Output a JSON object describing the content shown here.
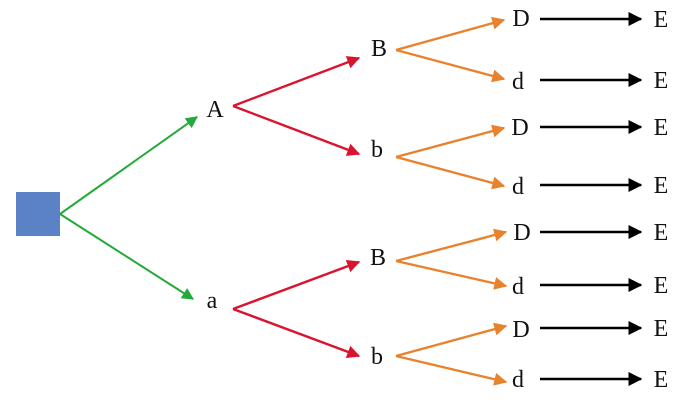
{
  "colors": {
    "root": "#5B82C4",
    "level1": "#22AA3A",
    "level2": "#D9142E",
    "level3": "#E8822C",
    "level4": "#000000"
  },
  "nodes": {
    "root": {
      "icon": "square-node"
    },
    "A": {
      "label": "A"
    },
    "a": {
      "label": "a"
    },
    "A_B": {
      "label": "B"
    },
    "A_b": {
      "label": "b"
    },
    "a_B": {
      "label": "B"
    },
    "a_b": {
      "label": "b"
    },
    "A_B_D": {
      "label": "D"
    },
    "A_B_d": {
      "label": "d"
    },
    "A_b_D": {
      "label": "D"
    },
    "A_b_d": {
      "label": "d"
    },
    "a_B_D": {
      "label": "D"
    },
    "a_B_d": {
      "label": "d"
    },
    "a_b_D": {
      "label": "D"
    },
    "a_b_d": {
      "label": "d"
    },
    "E1": {
      "label": "E"
    },
    "E2": {
      "label": "E"
    },
    "E3": {
      "label": "E"
    },
    "E4": {
      "label": "E"
    },
    "E5": {
      "label": "E"
    },
    "E6": {
      "label": "E"
    },
    "E7": {
      "label": "E"
    },
    "E8": {
      "label": "E"
    }
  }
}
